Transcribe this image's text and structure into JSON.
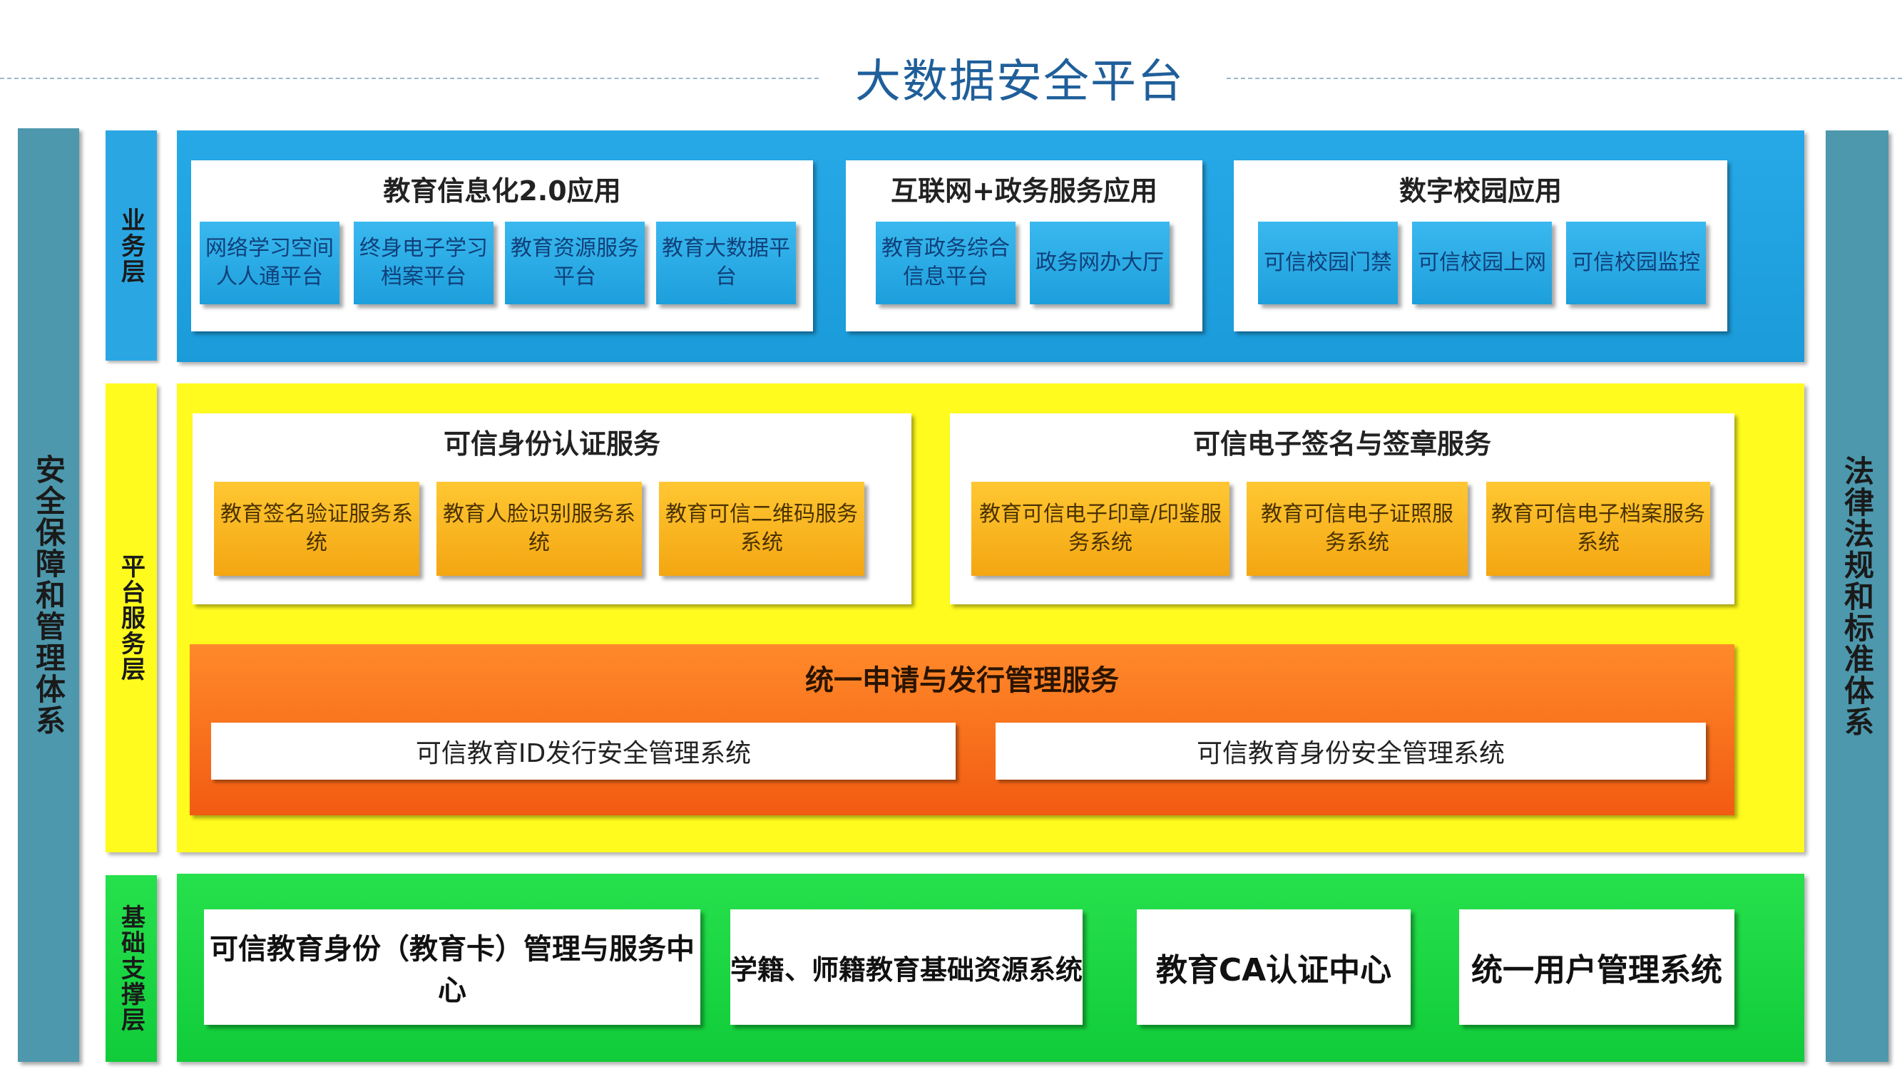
{
  "title": "大数据安全平台",
  "left_bar": "安全保障和管理体系",
  "right_bar": "法律法规和标准体系",
  "layers": {
    "business": {
      "label": "业务层",
      "groups": [
        {
          "title": "教育信息化2.0应用",
          "items": [
            "网络学习空间人人通平台",
            "终身电子学习档案平台",
            "教育资源服务平台",
            "教育大数据平台"
          ]
        },
        {
          "title": "互联网+政务服务应用",
          "items": [
            "教育政务综合信息平台",
            "政务网办大厅"
          ]
        },
        {
          "title": "数字校园应用",
          "items": [
            "可信校园门禁",
            "可信校园上网",
            "可信校园监控"
          ]
        }
      ]
    },
    "platform": {
      "label": "平台服务层",
      "groups": [
        {
          "title": "可信身份认证服务",
          "items": [
            "教育签名验证服务系统",
            "教育人脸识别服务系统",
            "教育可信二维码服务系统"
          ]
        },
        {
          "title": "可信电子签名与签章服务",
          "items": [
            "教育可信电子印章/印鉴服务系统",
            "教育可信电子证照服务系统",
            "教育可信电子档案服务系统"
          ]
        }
      ],
      "unified": {
        "title": "统一申请与发行管理服务",
        "items": [
          "可信教育ID发行安全管理系统",
          "可信教育身份安全管理系统"
        ]
      }
    },
    "base": {
      "label": "基础支撑层",
      "items": [
        "可信教育身份（教育卡）管理与服务中心",
        "学籍、师籍教育基础资源系统",
        "教育CA认证中心",
        "统一用户管理系统"
      ]
    }
  }
}
